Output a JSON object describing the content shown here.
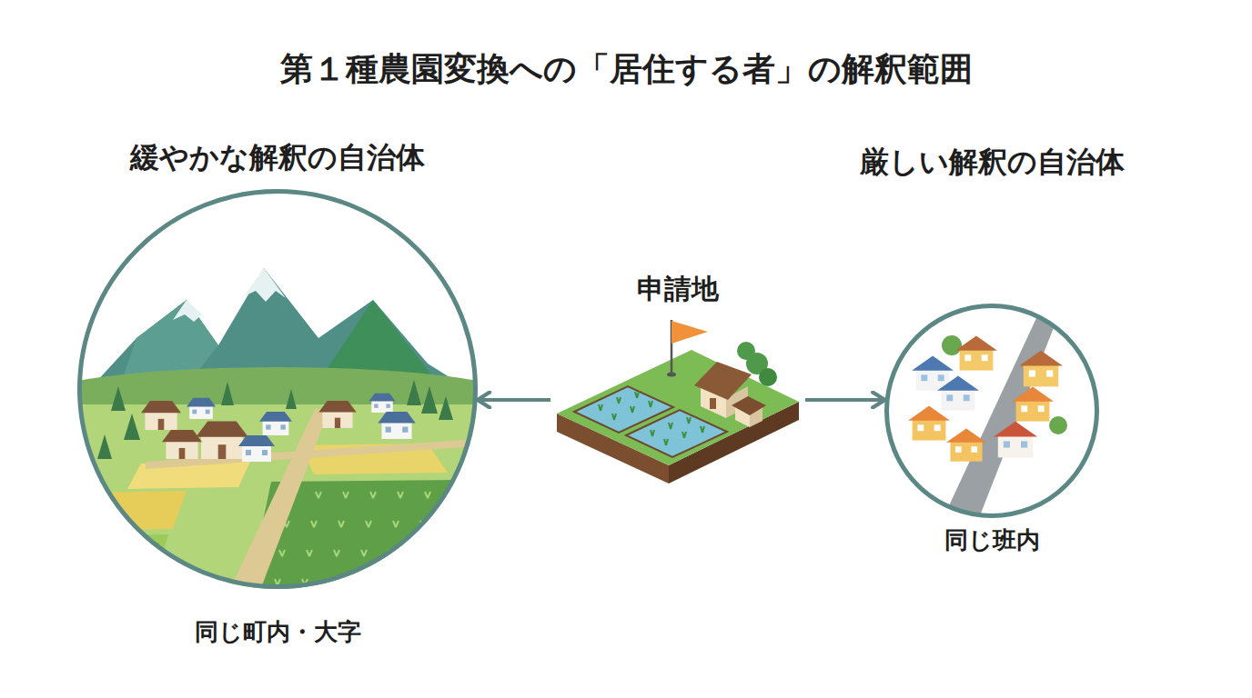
{
  "diagram": {
    "title": "第１種農園変換への「居住する者」の解釈範囲",
    "nodes": [
      {
        "text": [
          "緩やかな解釈の自治体",
          "同じ町内・大字"
        ]
      },
      {
        "text": [
          "申請地"
        ]
      },
      {
        "text": [
          "厳しい解釈の自治体",
          "同じ班内"
        ]
      }
    ],
    "edges": [
      {
        "from": 1,
        "to": 0,
        "arrow": "to"
      },
      {
        "from": 1,
        "to": 2,
        "arrow": "to"
      }
    ]
  }
}
